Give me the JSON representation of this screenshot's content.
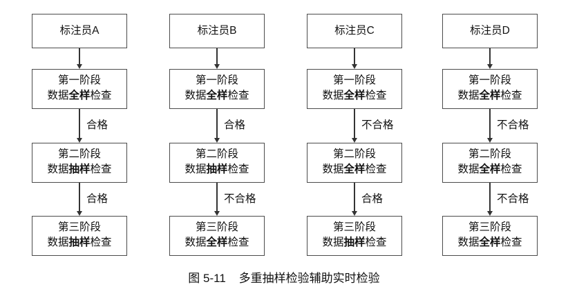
{
  "figure": {
    "caption": "图 5-11    多重抽样检验辅助实时检验",
    "colors": {
      "box_border": "#4a4a4a",
      "connector": "#333333",
      "text": "#111111",
      "background": "#ffffff"
    }
  },
  "columns": [
    {
      "header": "标注员A",
      "stages": [
        {
          "line1": "第一阶段",
          "prefix": "数据",
          "emphasis": "全样",
          "suffix": "检查"
        },
        {
          "line1": "第二阶段",
          "prefix": "数据",
          "emphasis": "抽样",
          "suffix": "检查"
        },
        {
          "line1": "第三阶段",
          "prefix": "数据",
          "emphasis": "抽样",
          "suffix": "检查"
        }
      ],
      "edges": [
        "合格",
        "合格"
      ]
    },
    {
      "header": "标注员B",
      "stages": [
        {
          "line1": "第一阶段",
          "prefix": "数据",
          "emphasis": "全样",
          "suffix": "检查"
        },
        {
          "line1": "第二阶段",
          "prefix": "数据",
          "emphasis": "抽样",
          "suffix": "检查"
        },
        {
          "line1": "第三阶段",
          "prefix": "数据",
          "emphasis": "全样",
          "suffix": "检查"
        }
      ],
      "edges": [
        "合格",
        "不合格"
      ]
    },
    {
      "header": "标注员C",
      "stages": [
        {
          "line1": "第一阶段",
          "prefix": "数据",
          "emphasis": "全样",
          "suffix": "检查"
        },
        {
          "line1": "第二阶段",
          "prefix": "数据",
          "emphasis": "全样",
          "suffix": "检查"
        },
        {
          "line1": "第三阶段",
          "prefix": "数据",
          "emphasis": "抽样",
          "suffix": "检查"
        }
      ],
      "edges": [
        "不合格",
        "合格"
      ]
    },
    {
      "header": "标注员D",
      "stages": [
        {
          "line1": "第一阶段",
          "prefix": "数据",
          "emphasis": "全样",
          "suffix": "检查"
        },
        {
          "line1": "第二阶段",
          "prefix": "数据",
          "emphasis": "全样",
          "suffix": "检查"
        },
        {
          "line1": "第三阶段",
          "prefix": "数据",
          "emphasis": "全样",
          "suffix": "检查"
        }
      ],
      "edges": [
        "不合格",
        "不合格"
      ]
    }
  ]
}
